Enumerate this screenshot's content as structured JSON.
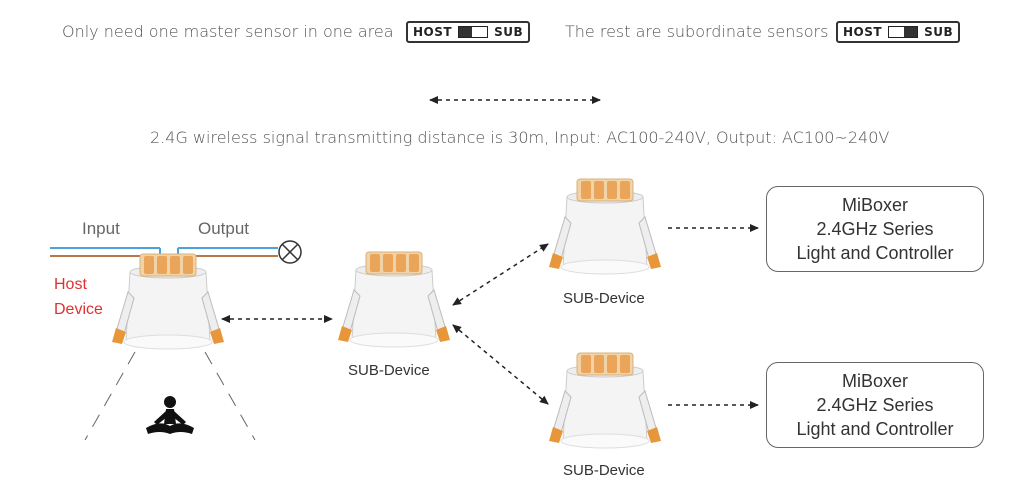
{
  "top_bar": {
    "host_note": "Only need one master sensor in one area",
    "sub_note": "The rest are subordinate sensors",
    "switch_host_label": "HOST",
    "switch_sub_label": "SUB"
  },
  "info_line": "2.4G wireless signal transmitting distance is 30m,  Input: AC100-240V, Output: AC100~240V",
  "wiring": {
    "input_label": "Input",
    "output_label": "Output"
  },
  "host_device": {
    "line1": "Host",
    "line2": "Device"
  },
  "sub_devices": {
    "middle_label": "SUB-Device",
    "top_label": "SUB-Device",
    "bottom_label": "SUB-Device"
  },
  "controllers": [
    {
      "line1": "MiBoxer",
      "line2": "2.4GHz Series",
      "line3": "Light and Controller"
    },
    {
      "line1": "MiBoxer",
      "line2": "2.4GHz Series",
      "line3": "Light and Controller"
    }
  ],
  "icons": {
    "lamp": "lamp-cross-icon",
    "person": "meditating-person-icon",
    "sensor": "sensor-device-icon"
  },
  "colors": {
    "host_label": "#e03030",
    "wire_blue": "#4aa3e0",
    "wire_brown": "#b8774a",
    "sensor_accent": "#e8963a"
  }
}
